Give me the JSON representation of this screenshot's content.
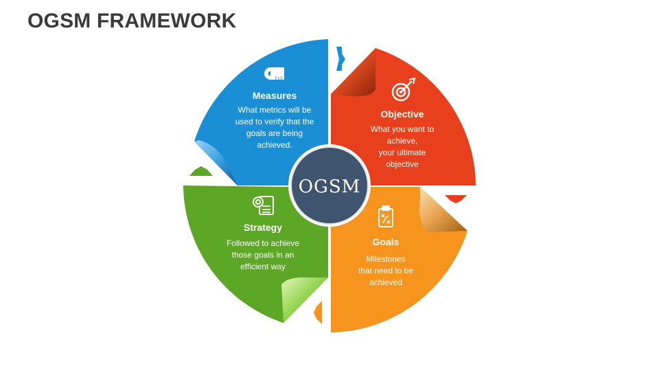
{
  "title": "OGSM FRAMEWORK",
  "center_label": "OGSM",
  "colors": {
    "objective": "#E8401C",
    "goals": "#F7941E",
    "strategy": "#5DA726",
    "measures": "#1B8FD6",
    "center": "#3F546E"
  },
  "quadrants": {
    "measures": {
      "title": "Measures",
      "lines": [
        "What metrics will be",
        "used to verify that the",
        "goals are being",
        "achieved."
      ],
      "icon": "measuring-tape-icon"
    },
    "objective": {
      "title": "Objective",
      "lines": [
        "What you want to",
        "achieve,",
        "your ultimate",
        "objective"
      ],
      "icon": "target-icon"
    },
    "goals": {
      "title": "Goals",
      "lines": [
        "Milestones",
        "that need to be",
        "achieved"
      ],
      "icon": "clipboard-plan-icon"
    },
    "strategy": {
      "title": "Strategy",
      "lines": [
        "Followed to achieve",
        "those goals in an",
        "efficient way"
      ],
      "icon": "checklist-target-icon"
    }
  }
}
